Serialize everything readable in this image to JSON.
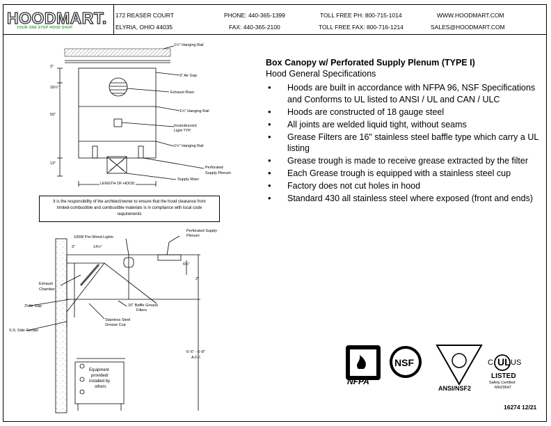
{
  "header": {
    "brand": "HOODMART.",
    "tagline": "YOUR ONE STOP HOOD SHOP",
    "address_line1": "172 REASER COURT",
    "address_line2": "ELYRIA, OHIO 44035",
    "phone": "PHONE: 440-365-1399",
    "fax": "FAX: 440-365-2100",
    "toll_free_phone": "TOLL FREE PH: 800-715-1014",
    "toll_free_fax": "TOLL FREE FAX: 800-716-1214",
    "website": "WWW.HOODMART.COM",
    "email": "SALES@HOODMART.COM"
  },
  "specs": {
    "title": "Box Canopy w/ Perforated Supply Plenum (TYPE I)",
    "subtitle": "Hood General Specifications",
    "items": [
      "Hoods are built in accordance with NFPA 96, NSF Specifications and Conforms to UL listed to ANSI / UL and CAN / ULC",
      "Hoods are constructed of 18 gauge steel",
      "All joints are welded liquid tight, without seams",
      "Grease Filters are 16\" stainless steel baffle type which carry a UL listing",
      "Grease trough is made to receive grease extracted by the filter",
      "Each Grease trough is equipped with a stainless steel cup",
      "Factory does not cut holes in hood",
      "Standard 430 all stainless steel where exposed (front and ends)"
    ]
  },
  "front_view": {
    "hanging_rail_top": "1½\" Hanging Rail",
    "air_gap": "3\" Air Gap",
    "exhaust_riser": "Exhaust Riser",
    "hanging_rail_mid": "1½\" Hanging Rail",
    "incandescent": "Incandescent",
    "light_typ": "Light TYP.",
    "hanging_rail_low": "1½\" Hanging Rail",
    "perf_supply_1": "Perforated",
    "perf_supply_2": "Supply Plenum",
    "supply_riser": "Supply Riser",
    "length_of_hood": "LENGTH OF HOOD",
    "dim_3": "3\"",
    "dim_18": "18½\"",
    "dim_50": "50\"",
    "dim_13": "13\""
  },
  "note": "It is the responsibility of the architect/owner to ensure that the hood clearance from limited-combustible and combustible materials is in compliance with local code requirements",
  "side_view": {
    "perf_supply_1": "Perforated Supply",
    "perf_supply_2": "Plenum",
    "lights": "100W Pre-Wired Lights",
    "dim_3": "3\"",
    "dim_14": "14½\"",
    "dim_6": "6½\"",
    "dim_2": "2\"",
    "exhaust_chamber_1": "Exhaust",
    "exhaust_chamber_2": "Chamber",
    "air_gap": "3\" Air Gap",
    "baffle_1": "16\" Baffle Grease",
    "baffle_2": "Filters",
    "cup_1": "Stainless Steel",
    "cup_2": "Grease Cup",
    "side_curtain": "S.S. Side Curtain",
    "height_1": "6'-6\" - 6'-8\"",
    "height_2": "A.F.F.",
    "equipment_1": "Equipment",
    "equipment_2": "provided/",
    "equipment_3": "installed by",
    "equipment_4": "others"
  },
  "certifications": {
    "nfpa": "NFPA",
    "nsf": "NSF",
    "ansi": "ANSI/NSF2",
    "ul_listed": "LISTED",
    "ul_c": "C",
    "ul_us": "US",
    "ul_safety": "Safety Certified",
    "ul_file": "MH29547"
  },
  "doc_number": "16274  12/21"
}
